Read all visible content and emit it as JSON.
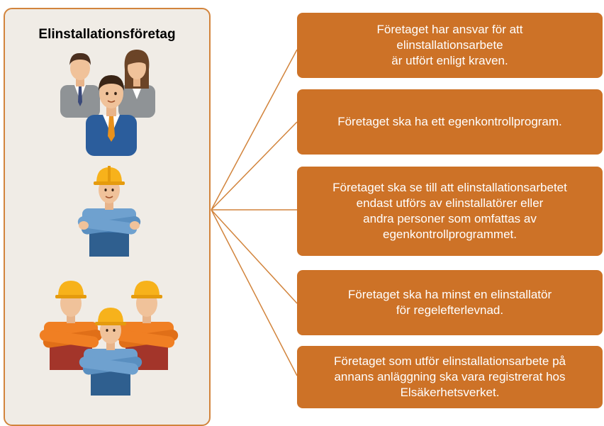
{
  "panel": {
    "title": "Elinstallationsföretag"
  },
  "statements": [
    {
      "text": "Företaget har ansvar för att\nelinstallationsarbete\när utfört enligt kraven."
    },
    {
      "text": "Företaget ska ha ett egenkontrollprogram."
    },
    {
      "text": "Företaget ska se till att elinstallationsarbetet\nendast utförs av elinstallatörer eller\nandra personer som omfattas av\negenkontrollprogrammet."
    },
    {
      "text": "Företaget ska ha minst en elinstallatör\nför regelefterlevnad."
    },
    {
      "text": "Företaget som utför elinstallationsarbete på\nannans anläggning ska vara registrerat hos\nElsäkerhetsverket."
    }
  ],
  "colors": {
    "box": "#cd7227",
    "panel_bg": "#f0ece6",
    "panel_border": "#d2843c",
    "connector": "#d2843c"
  },
  "icons": [
    "business-team-icon",
    "electrician-icon",
    "electrician-team-icon"
  ]
}
